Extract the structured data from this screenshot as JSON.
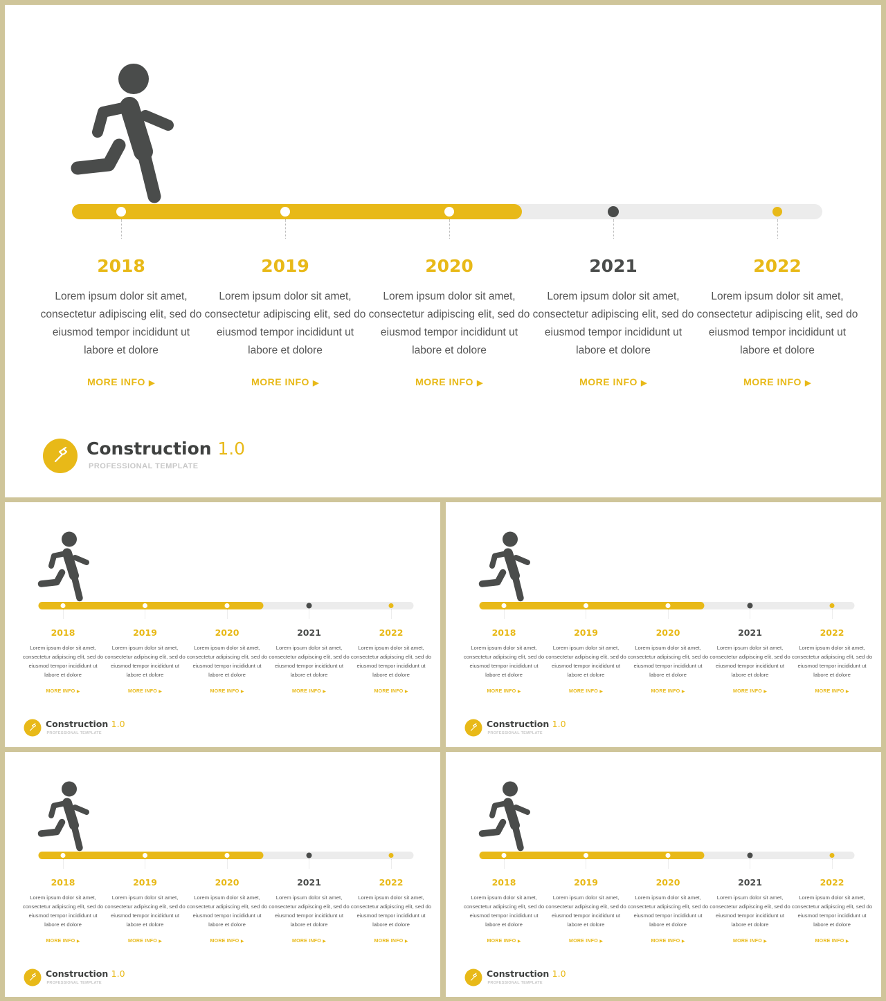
{
  "colors": {
    "accent": "#e8b918",
    "dark": "#4a4c4b",
    "track": "#ececec",
    "frame": "#cfc59a"
  },
  "icons": {
    "runner": "running-person-icon",
    "logo": "hammer-icon",
    "more": "play-arrow-icon"
  },
  "timeline": {
    "progress_fraction": 0.6,
    "milestones": [
      {
        "year": "2018",
        "state": "done",
        "description": "Lorem ipsum dolor sit amet, consectetur adipiscing elit, sed do eiusmod tempor incididunt ut labore et dolore",
        "link": "MORE INFO"
      },
      {
        "year": "2019",
        "state": "done",
        "description": "Lorem ipsum dolor sit amet, consectetur adipiscing elit, sed do eiusmod tempor incididunt ut labore et dolore",
        "link": "MORE INFO"
      },
      {
        "year": "2020",
        "state": "done",
        "description": "Lorem ipsum dolor sit amet, consectetur adipiscing elit, sed do eiusmod tempor incididunt ut labore et dolore",
        "link": "MORE INFO"
      },
      {
        "year": "2021",
        "state": "current",
        "description": "Lorem ipsum dolor sit amet, consectetur adipiscing elit, sed do eiusmod tempor incididunt ut labore et dolore",
        "link": "MORE INFO"
      },
      {
        "year": "2022",
        "state": "future",
        "description": "Lorem ipsum dolor sit amet, consectetur adipiscing elit, sed do eiusmod tempor incididunt ut labore et dolore",
        "link": "MORE INFO"
      }
    ]
  },
  "brand": {
    "name": "Construction",
    "version": "1.0",
    "tagline": "PROFESSIONAL TEMPLATE"
  },
  "slides": [
    "main",
    "thumbnail-1",
    "thumbnail-2",
    "thumbnail-3",
    "thumbnail-4"
  ]
}
